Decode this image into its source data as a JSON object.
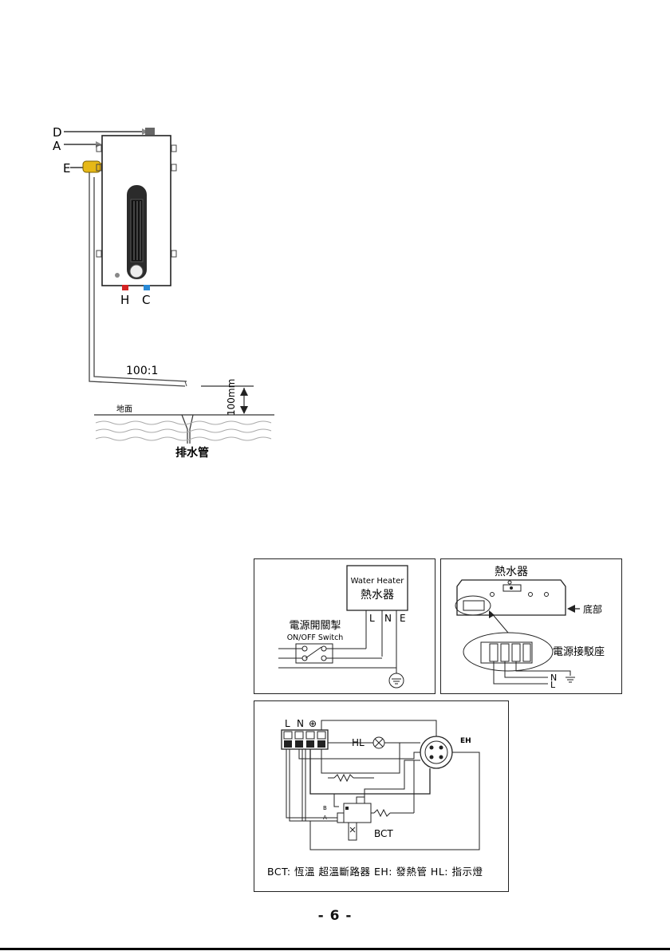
{
  "install_figure": {
    "labels": {
      "d": "D",
      "a": "A",
      "e": "E",
      "h": "H",
      "c": "C"
    },
    "slope": "100:1",
    "height": "100mm",
    "ground": "地面",
    "drain": "排水管"
  },
  "wiring_left": {
    "heater_en": "Water Heater",
    "heater_zh": "熱水器",
    "terminals": [
      "L",
      "N",
      "E"
    ],
    "switch_zh": "電源開關掣",
    "switch_en": "ON/OFF Switch"
  },
  "wiring_right": {
    "heater_zh": "熱水器",
    "bottom_zh": "底部",
    "terminal_zh": "電源接駁座",
    "n": "N",
    "l": "L"
  },
  "circuit": {
    "terminals": [
      "L",
      "N",
      "⊕"
    ],
    "hl": "HL",
    "eh": "EH",
    "bct": "BCT",
    "b_mark": "B",
    "a_mark": "A",
    "caption": "BCT: 恆溫 超溫斷路器   EH: 發熱管   HL: 指示燈"
  },
  "page_number": "- 6 -"
}
